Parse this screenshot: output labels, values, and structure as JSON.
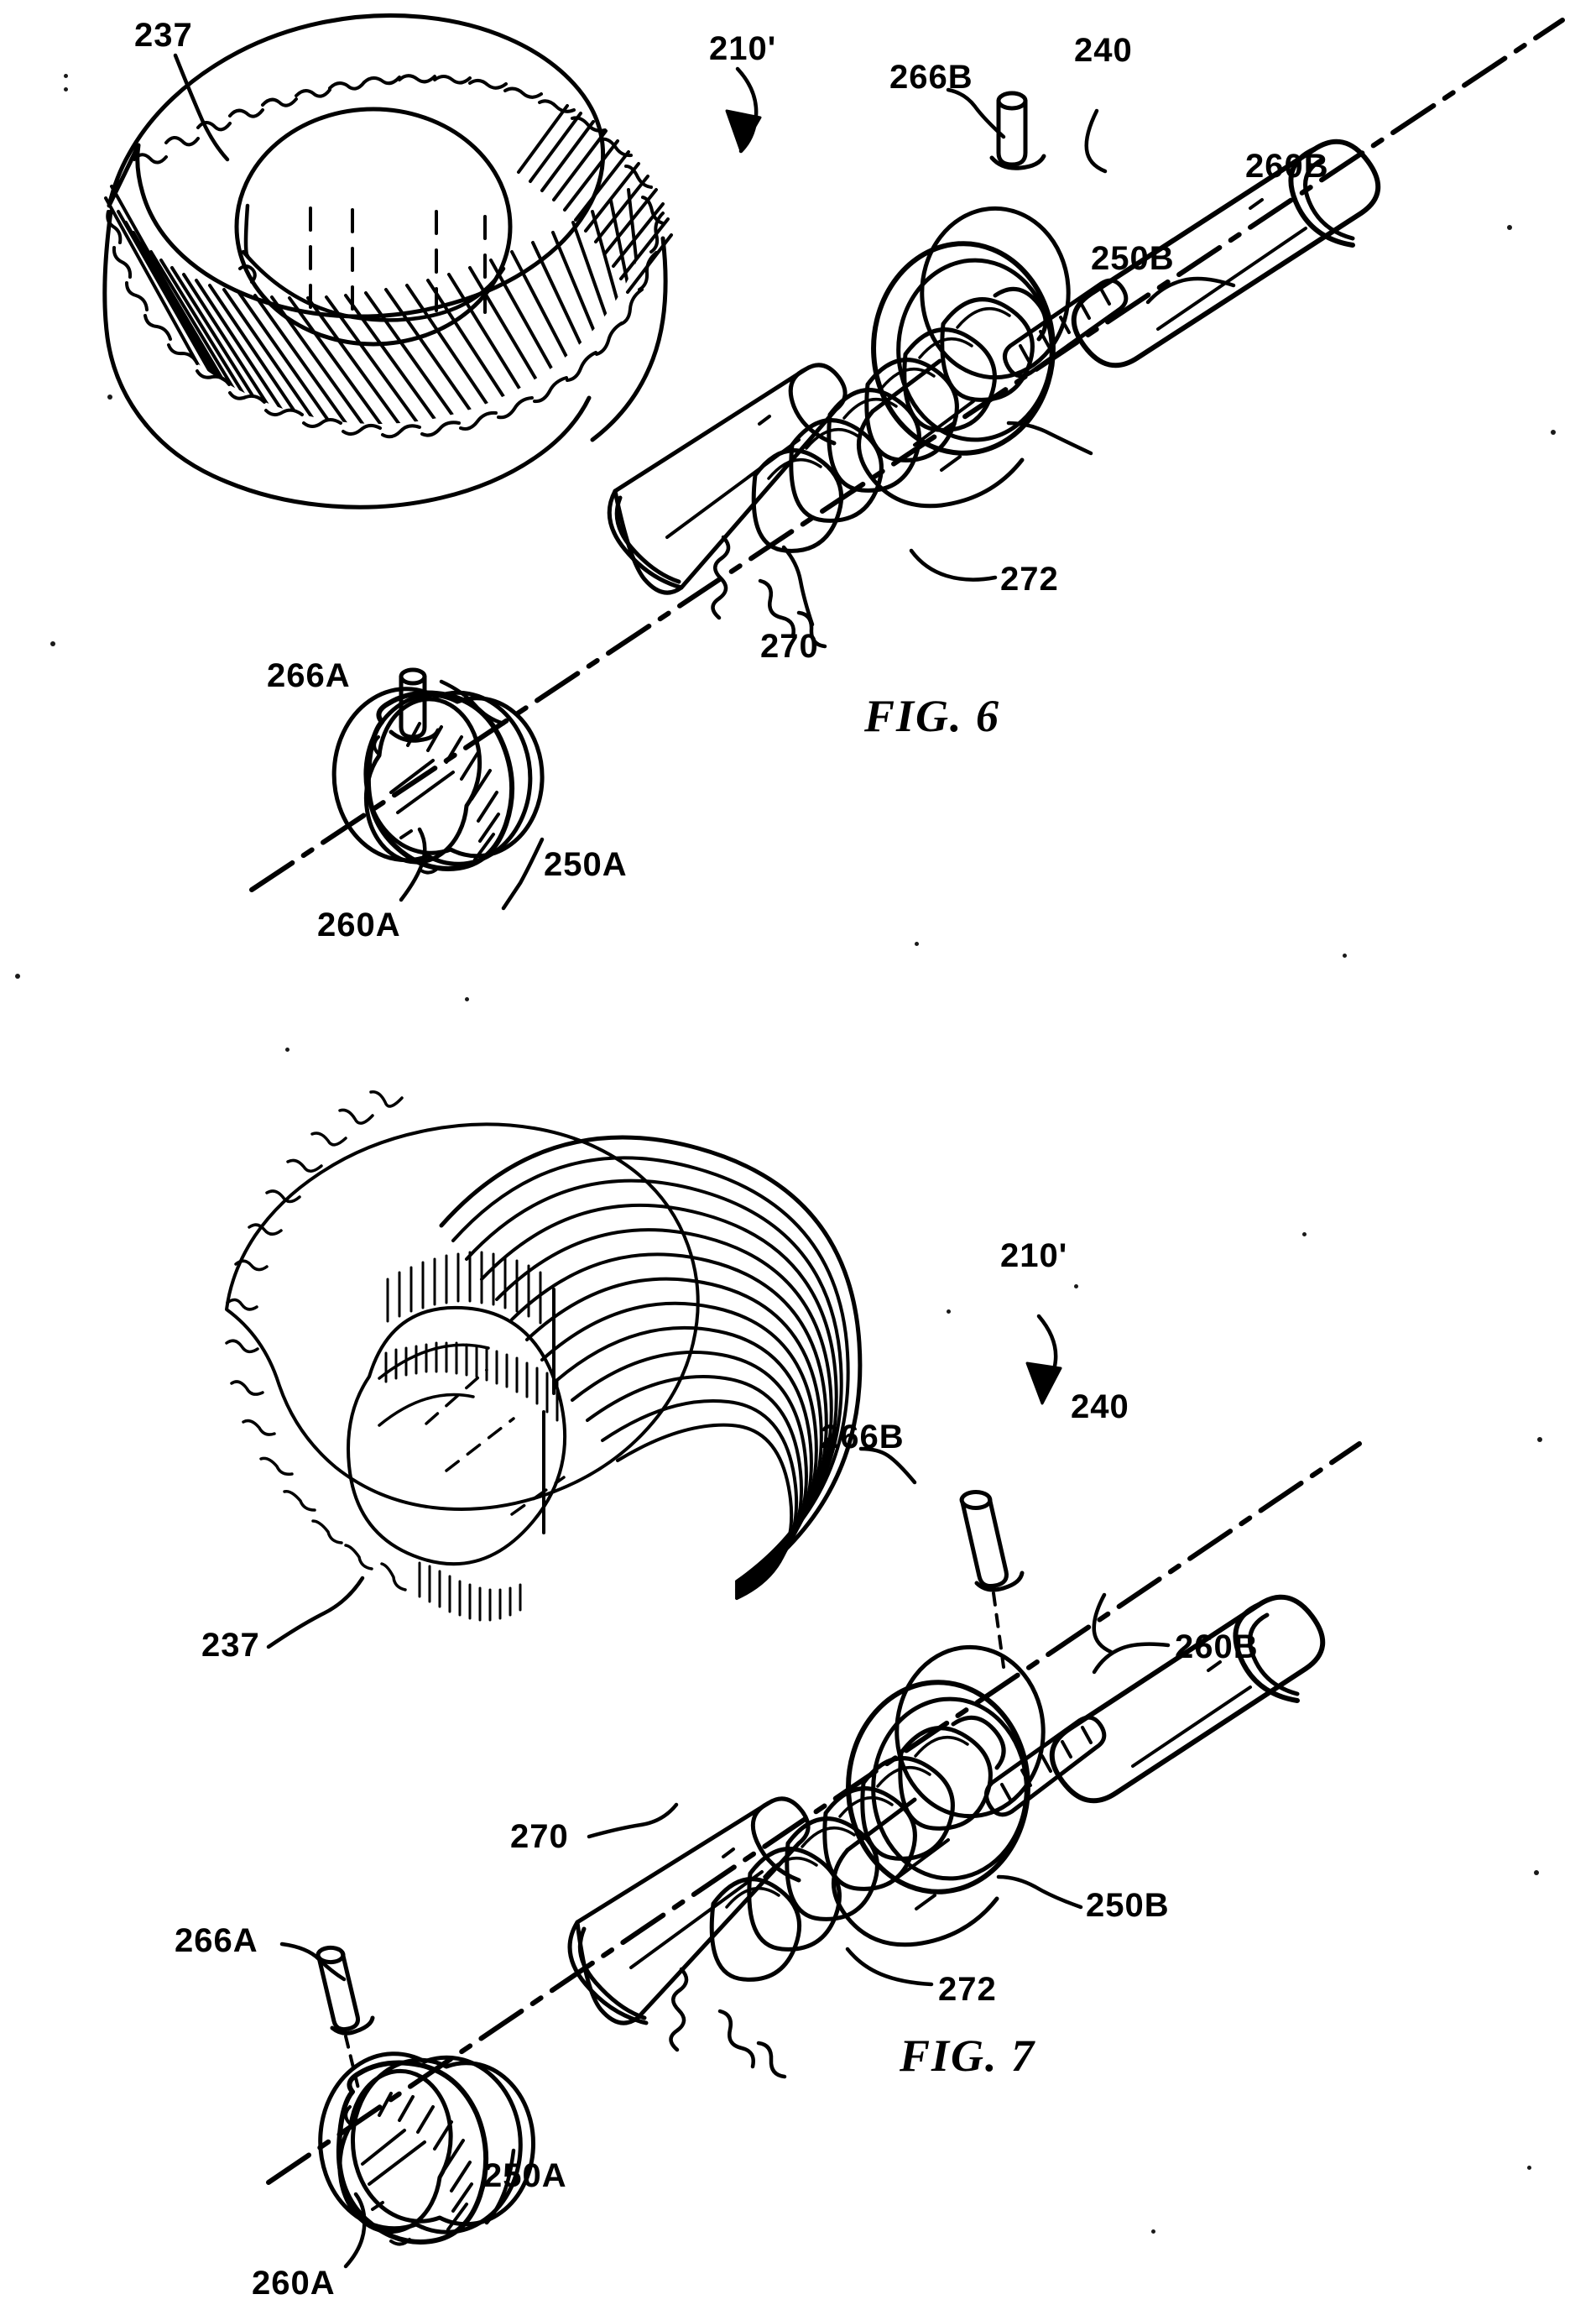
{
  "document": {
    "kind": "patent-drawing-sheet",
    "background_color": "#ffffff",
    "ink_color": "#000000",
    "figure_count": 2
  },
  "figures": [
    {
      "id": "fig6",
      "caption": "FIG. 6",
      "assembly_label": "210'",
      "description": "Exploded perspective view of helical ring gear and worm drive shaft assembly",
      "callouts": [
        {
          "key": "ring_gear",
          "text": "237",
          "target": "helical ring gear"
        },
        {
          "key": "assembly",
          "text": "210'",
          "target": "overall gear drive assembly"
        },
        {
          "key": "pin_b",
          "text": "266B",
          "target": "drive pin B"
        },
        {
          "key": "shaft",
          "text": "240",
          "target": "drive shaft"
        },
        {
          "key": "bearing_race_b",
          "text": "260B",
          "target": "bearing race B"
        },
        {
          "key": "bearing_b",
          "text": "250B",
          "target": "bearing B"
        },
        {
          "key": "worm_thread",
          "text": "272",
          "target": "worm thread"
        },
        {
          "key": "worm",
          "text": "270",
          "target": "worm"
        },
        {
          "key": "pin_a",
          "text": "266A",
          "target": "drive pin A"
        },
        {
          "key": "bearing_a",
          "text": "250A",
          "target": "bearing A"
        },
        {
          "key": "bearing_race_a",
          "text": "260A",
          "target": "bearing race A"
        }
      ]
    },
    {
      "id": "fig7",
      "caption": "FIG. 7",
      "assembly_label": "210'",
      "description": "Second exploded perspective view of the same assembly from an alternate angle",
      "callouts": [
        {
          "key": "assembly",
          "text": "210'",
          "target": "overall gear drive assembly"
        },
        {
          "key": "pin_b",
          "text": "266B",
          "target": "drive pin B"
        },
        {
          "key": "shaft",
          "text": "240",
          "target": "drive shaft"
        },
        {
          "key": "bearing_race_b",
          "text": "260B",
          "target": "bearing race B"
        },
        {
          "key": "bearing_b",
          "text": "250B",
          "target": "bearing B"
        },
        {
          "key": "ring_gear",
          "text": "237",
          "target": "helical ring gear"
        },
        {
          "key": "worm",
          "text": "270",
          "target": "worm"
        },
        {
          "key": "worm_thread",
          "text": "272",
          "target": "worm thread"
        },
        {
          "key": "pin_a",
          "text": "266A",
          "target": "drive pin A"
        },
        {
          "key": "bearing_a",
          "text": "250A",
          "target": "bearing A"
        },
        {
          "key": "bearing_race_a",
          "text": "260A",
          "target": "bearing race A"
        }
      ]
    }
  ],
  "fig6_refs": {
    "r237": "237",
    "r210": "210'",
    "r266B": "266B",
    "r240": "240",
    "r260B": "260B",
    "r250B": "250B",
    "r272": "272",
    "r270": "270",
    "r266A": "266A",
    "r250A": "250A",
    "r260A": "260A",
    "caption": "FIG. 6"
  },
  "fig7_refs": {
    "r210": "210'",
    "r266B": "266B",
    "r240": "240",
    "r260B": "260B",
    "r250B": "250B",
    "r237": "237",
    "r270": "270",
    "r272": "272",
    "r266A": "266A",
    "r250A": "250A",
    "r260A": "260A",
    "caption": "FIG. 7"
  }
}
